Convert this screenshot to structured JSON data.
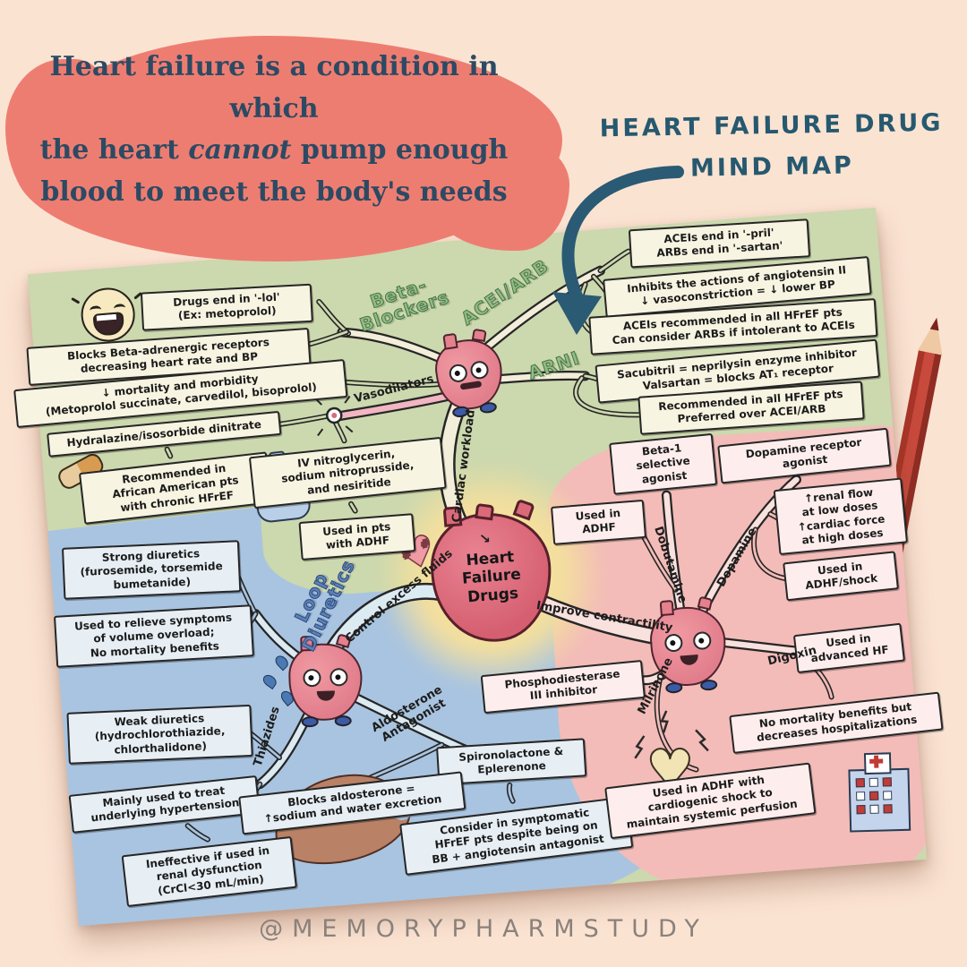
{
  "header": {
    "quote": {
      "line1": "Heart failure is a condition in which",
      "line2_pre": "the heart ",
      "line2_italic": "cannot",
      "line2_post": " pump enough",
      "line3": "blood to meet the body's needs"
    },
    "map_label": {
      "line1": "HEART FAILURE DRUG",
      "line2": "MIND MAP"
    }
  },
  "footer": {
    "watermark": "@MEMORYPHARMSTUDY"
  },
  "center_node": {
    "title": "Heart\nFailure\nDrugs"
  },
  "spokes": {
    "cardiac_workload": "Cardiac workload",
    "cardiac_workload_arrow": "↘",
    "control_excess_fluids": "Control excess fluids",
    "improve_contractility": "Improve contractility"
  },
  "sections": {
    "green": {
      "labels": {
        "beta_blockers": "Beta-\nBlockers",
        "acei_arb": "ACEI/ARB",
        "arni": "ARNI",
        "vasodilators": "Vasodilators"
      }
    },
    "blue": {
      "labels": {
        "loop_diuretics": "Loop\nDiuretics",
        "thiazides": "Thiazides",
        "aldosterone_antagonist": "Aldosterone\nAntagonist"
      }
    },
    "pink": {
      "labels": {
        "dobutamine": "Dobutamine",
        "dopamine": "Dopamine",
        "digoxin": "Digoxin",
        "milrinone": "Milrinone"
      }
    }
  },
  "boxes": [
    {
      "text": "Drugs end in '-lol'\n(Ex: metoprolol)"
    },
    {
      "text": "Blocks Beta-adrenergic receptors\ndecreasing heart rate and BP"
    },
    {
      "text": "↓ mortality and morbidity\n(Metoprolol succinate, carvedilol, bisoprolol)"
    },
    {
      "text": "Hydralazine/isosorbide dinitrate"
    },
    {
      "text": "Recommended in\nAfrican American pts\nwith chronic HFrEF"
    },
    {
      "text": "IV nitroglycerin,\nsodium nitroprusside,\nand nesiritide"
    },
    {
      "text": "Used in pts\nwith ADHF"
    },
    {
      "text": "ACEIs end in '-pril'\nARBs end in '-sartan'"
    },
    {
      "text": "Inhibits the actions of angiotensin II\n↓ vasoconstriction = ↓ lower BP"
    },
    {
      "text": "ACEIs recommended in all HFrEF pts\nCan consider ARBs if intolerant to ACEIs"
    },
    {
      "text": "Sacubitril = neprilysin enzyme inhibitor\nValsartan = blocks AT₁ receptor"
    },
    {
      "text": "Recommended in all HFrEF pts\nPreferred over ACEI/ARB"
    },
    {
      "text": "Strong diuretics\n(furosemide, torsemide\nbumetanide)"
    },
    {
      "text": "Used to relieve symptoms\nof volume overload;\nNo mortality benefits"
    },
    {
      "text": "Weak diuretics\n(hydrochlorothiazide,\nchlorthalidone)"
    },
    {
      "text": "Mainly used to treat\nunderlying hypertension"
    },
    {
      "text": "Ineffective if used in\nrenal dysfunction\n(CrCl<30 mL/min)"
    },
    {
      "text": "Spironolactone &\nEplerenone"
    },
    {
      "text": "Blocks aldosterone =\n↑sodium and water excretion"
    },
    {
      "text": "Consider in symptomatic\nHFrEF pts despite being on\nBB + angiotensin antagonist"
    },
    {
      "text": "Beta-1\nselective\nagonist"
    },
    {
      "text": "Used in\nADHF"
    },
    {
      "text": "Dopamine receptor\nagonist"
    },
    {
      "text": "↑renal flow\nat low doses\n↑cardiac force\nat high doses"
    },
    {
      "text": "Used in\nADHF/shock"
    },
    {
      "text": "Used in\nadvanced HF"
    },
    {
      "text": "Phosphodiesterase\nIII inhibitor"
    },
    {
      "text": "No mortality benefits but\ndecreases hospitalizations"
    },
    {
      "text": "Used in ADHF with\ncardiogenic shock to\nmaintain systemic perfusion"
    }
  ],
  "icons": {
    "heart_glyph": "♥"
  },
  "palette": {
    "background": "#fbe3d2",
    "quote_blob": "#ee7d71",
    "heading_text": "#2c4a63",
    "teal_accent": "#2a5a74",
    "paper_green": "#ccd8ae",
    "region_blue": "#a9c4e0",
    "region_pink": "#f3bcb8",
    "band_cream": "#f2eeda",
    "heart_red": "#d55f70",
    "glow_yellow": "#f3df9e",
    "watermark_gray": "#8a817b",
    "pencil_red": "#c84a3c",
    "label_green": "#93bd80",
    "label_blue": "#5c82b8"
  }
}
